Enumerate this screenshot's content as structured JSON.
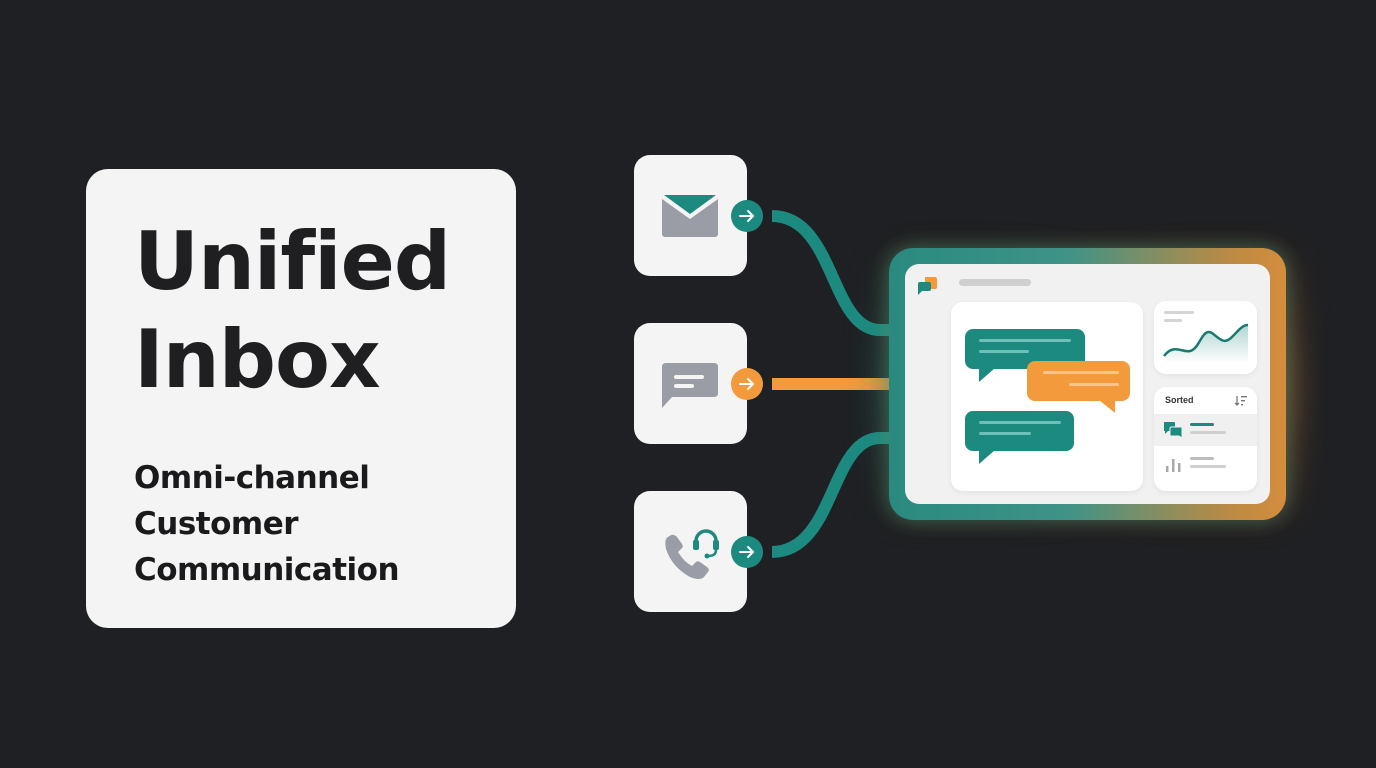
{
  "title_card": {
    "title_lines": [
      "Unified",
      "Inbox"
    ],
    "subtitle_lines": [
      "Omni-channel",
      "Customer",
      "Communication"
    ]
  },
  "channels": [
    {
      "name": "email",
      "icon": "envelope-icon",
      "arrow_color": "#1d8a80"
    },
    {
      "name": "chat",
      "icon": "chat-bubble-icon",
      "arrow_color": "#f39a3c"
    },
    {
      "name": "voice",
      "icon": "phone-headset-icon",
      "arrow_color": "#1d8a80"
    }
  ],
  "dashboard": {
    "sorted_panel": {
      "label": "Sorted",
      "sort_icon": "sort-descending-icon",
      "rows": [
        {
          "icon": "conversation-icon",
          "highlighted": true
        },
        {
          "icon": "bar-chart-icon",
          "highlighted": false
        }
      ]
    },
    "chart_panel": {
      "icon": "trend-line-chart"
    }
  },
  "colors": {
    "background": "#1f2023",
    "card": "#f4f4f4",
    "teal": "#1d8a80",
    "orange": "#f39a3c",
    "gray_icon": "#9a9ca6",
    "text_dark": "#1f1f22"
  }
}
